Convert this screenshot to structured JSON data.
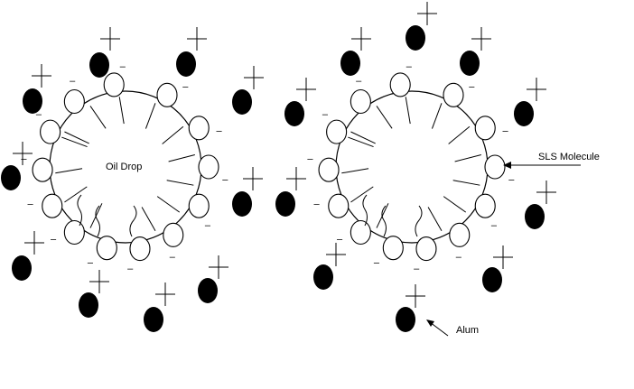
{
  "labels": {
    "oil_drop": "Oil Drop",
    "sls_molecule": "SLS Molecule",
    "alum": "Alum"
  },
  "symbols": {
    "anion_charge": "–",
    "cation_charge": "+"
  },
  "colors": {
    "stroke": "#000000",
    "background": "#ffffff",
    "alum_fill": "#000000"
  }
}
